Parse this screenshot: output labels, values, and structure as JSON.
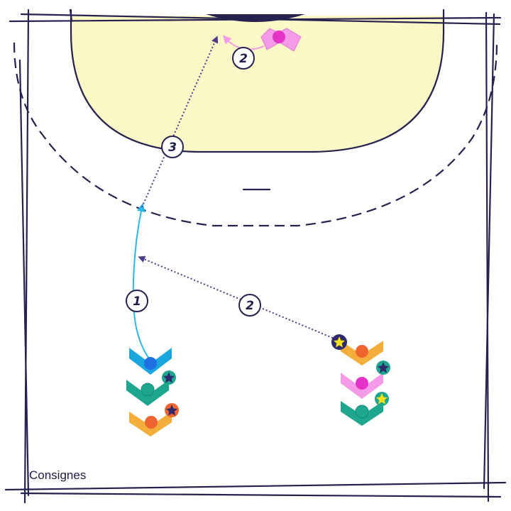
{
  "caption": "Consignes",
  "steps": {
    "run": "1",
    "pass": "2",
    "goalkeeper": "2",
    "shot": "3"
  },
  "colors": {
    "line": "#25224f",
    "goal_area": "#fbf7c6",
    "blue": "#1aa6df",
    "teal": "#1ea68f",
    "orange": "#f2ad3b",
    "pink": "#f49ae6",
    "magenta": "#e533c8",
    "ball_orange": "#f0652f",
    "ball_blue": "#1f6fe0",
    "star_yellow": "#f7e21a",
    "star_navy": "#2d2a6e",
    "pass_line": "#4a3d8a",
    "run_line": "#2ab8e8"
  },
  "icons": {
    "player": "chevron-player-icon",
    "ball": "ball-icon",
    "star": "star-icon"
  }
}
